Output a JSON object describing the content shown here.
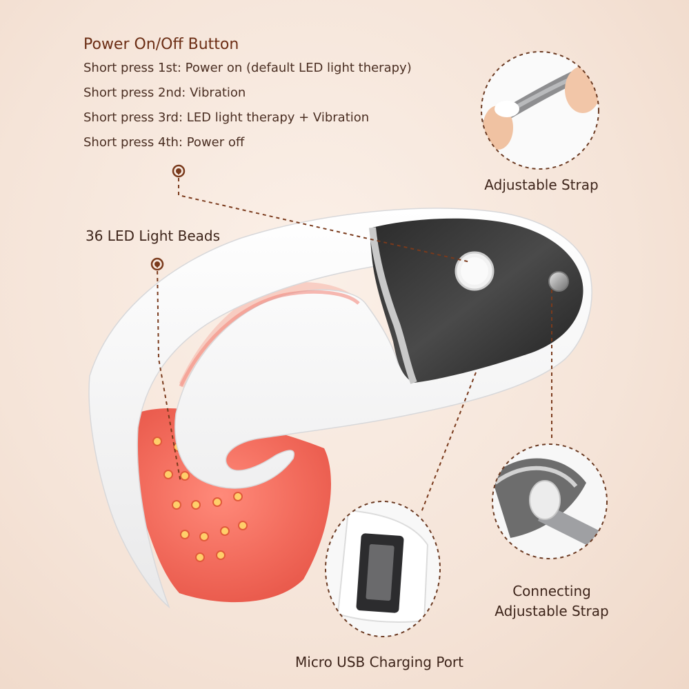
{
  "power": {
    "title": "Power On/Off Button",
    "lines": [
      "Short press 1st: Power on (default LED light therapy)",
      "Short press 2nd: Vibration",
      "Short press 3rd: LED light therapy + Vibration",
      "Short press 4th: Power off"
    ]
  },
  "callouts": {
    "led": "36 LED Light Beads",
    "strap": "Adjustable Strap",
    "connect_line1": "Connecting",
    "connect_line2": "Adjustable Strap",
    "usb": "Micro USB Charging Port"
  },
  "colors": {
    "text_title": "#6b2d14",
    "text_body": "#4a2e22",
    "marker": "#7a3a1c",
    "led_glow": "#f07060"
  }
}
